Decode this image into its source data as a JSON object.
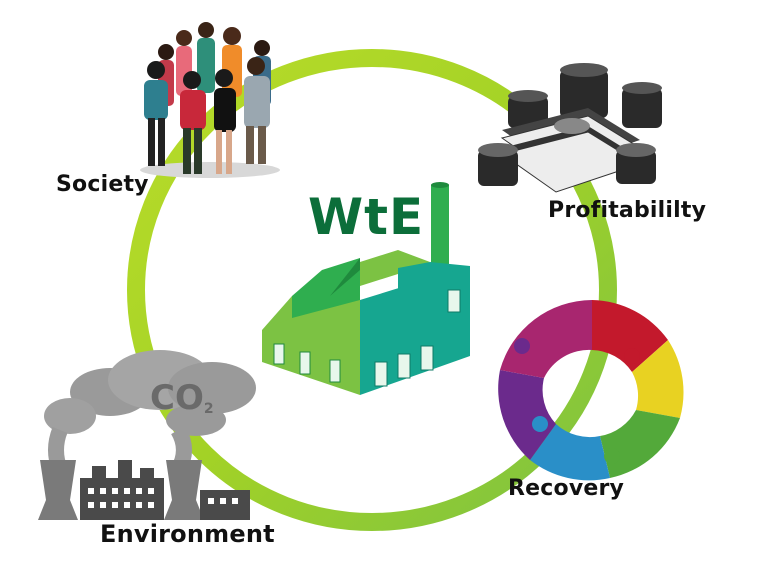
{
  "center": {
    "title": "WtE"
  },
  "nodes": {
    "society": "Society",
    "profitability": "Profitabililty",
    "recovery": "Recovery",
    "environment": "Environment"
  },
  "emission": {
    "main": "CO",
    "sub": "2"
  },
  "colors": {
    "ring": "#a3d226",
    "factory_light": "#7cc243",
    "factory_dark": "#2fae4f",
    "factory_teal": "#16a690",
    "title_green": "#0c6e3a",
    "smoke": "#9a9a9a",
    "puzzle": [
      "#c3192c",
      "#e8d222",
      "#53a93a",
      "#2a8fc8",
      "#6b2a8c",
      "#a8266f"
    ]
  },
  "icons": [
    "people-group-icon",
    "money-stack-icon",
    "puzzle-ring-icon",
    "polluting-factory-icon",
    "factory-icon"
  ]
}
